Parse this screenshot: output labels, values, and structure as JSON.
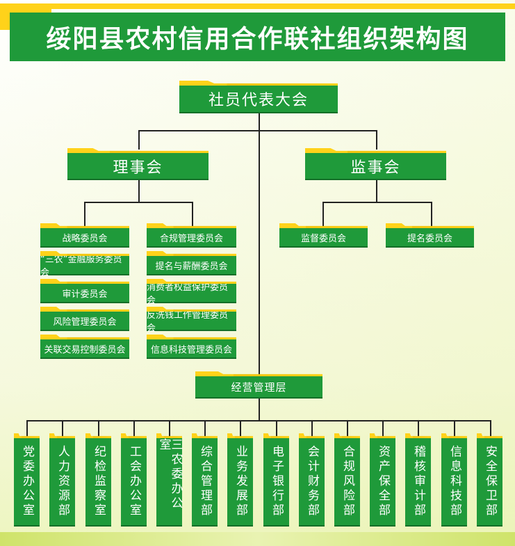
{
  "title": "绥阳县农村信用合作联社组织架构图",
  "top": "社员代表大会",
  "board": {
    "label": "理事会",
    "committees_left": [
      "战略委员会",
      "“三农”金融服务委员会",
      "审计委员会",
      "风险管理委员会",
      "关联交易控制委员会"
    ],
    "committees_right": [
      "合规管理委员会",
      "提名与薪酬委员会",
      "消费者权益保护委员会",
      "反洗钱工作管理委员会",
      "信息科技管理委员会"
    ]
  },
  "supervisory": {
    "label": "监事会",
    "committees": [
      "监督委员会",
      "提名委员会"
    ]
  },
  "management": {
    "label": "经营管理层",
    "departments": [
      "党委办公室",
      "人力资源部",
      "纪检监察室",
      "工会办公室",
      "三农委办公室",
      "综合管理部",
      "业务发展部",
      "电子银行部",
      "会计财务部",
      "合规风险部",
      "资产保全部",
      "稽核审计部",
      "信息科技部",
      "安全保卫部"
    ]
  },
  "colors": {
    "green": "#1f9a3a",
    "yellow": "#ffd21a",
    "line": "#222222"
  }
}
